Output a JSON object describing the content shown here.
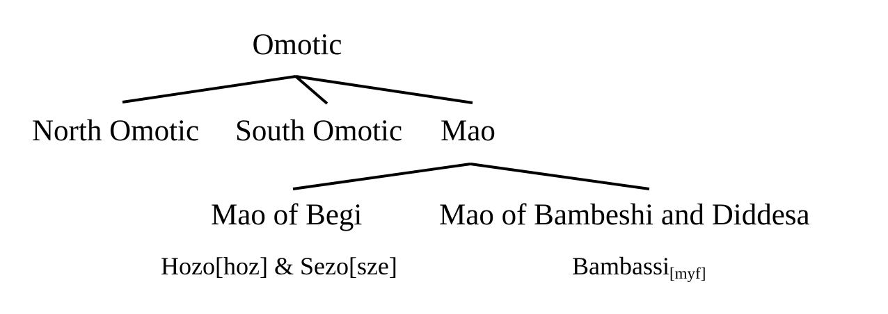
{
  "tree": {
    "root": "Omotic",
    "level1": [
      "North Omotic",
      "South Omotic",
      "Mao"
    ],
    "level2": [
      "Mao of Begi",
      "Mao of Bambeshi and Diddesa"
    ],
    "leaves": {
      "begi": {
        "name1": "Hozo",
        "code1": "[hoz]",
        "joiner": " & ",
        "name2": "Sezo",
        "code2": "[sze]"
      },
      "bambeshi": {
        "name": "Bambassi",
        "code": "[myf]"
      }
    }
  }
}
